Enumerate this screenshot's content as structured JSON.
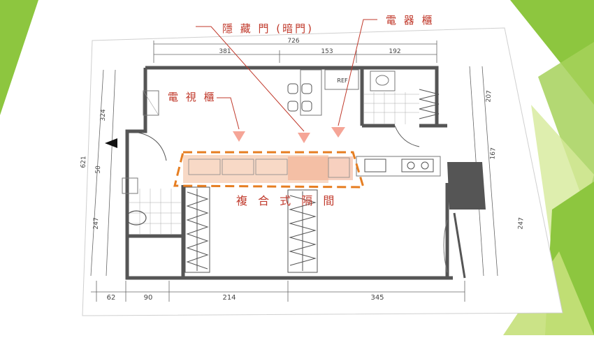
{
  "callouts": {
    "hidden_door": "隱 藏 門 (暗門)",
    "appliance_cabinet": "電 器 櫃",
    "tv_cabinet": "電 視 櫃",
    "composite_partition": "複 合 式 隔 間"
  },
  "plan": {
    "top_total": "726",
    "top_segments": [
      "381",
      "153",
      "192"
    ],
    "left_dims": [
      "324",
      "621",
      "50",
      "247"
    ],
    "right_dims": [
      "207",
      "167",
      "247"
    ],
    "bottom_dims": [
      "62",
      "90",
      "214",
      "345"
    ],
    "fridge_label": "REF"
  },
  "colors": {
    "accent_green": "#8dc63f",
    "light_green": "#c5e07a",
    "callout_red": "#c0392b",
    "highlight_orange": "#e67e22",
    "highlight_fill": "#f5c4a8",
    "wall": "#555555"
  }
}
